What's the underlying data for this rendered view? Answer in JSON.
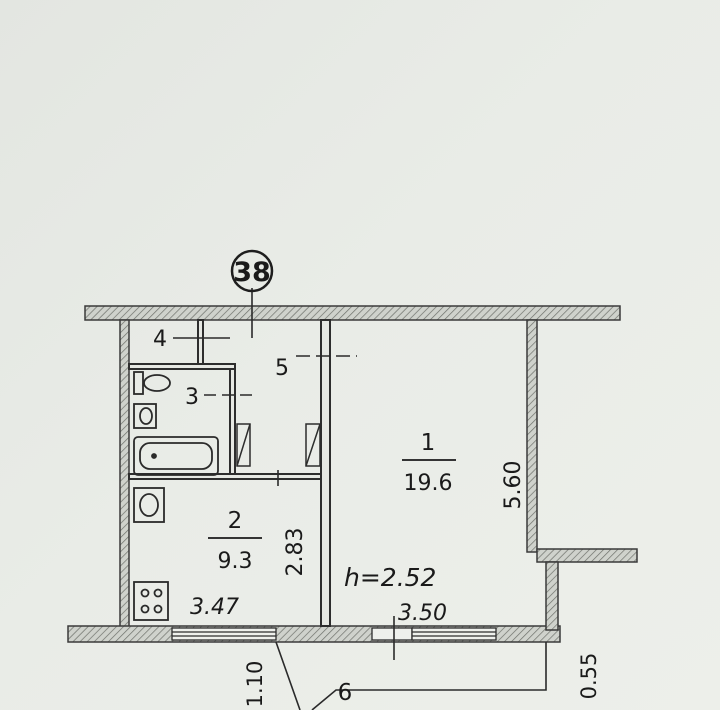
{
  "plan": {
    "marker": "38",
    "rooms": [
      {
        "number": "1",
        "area": "19.6"
      },
      {
        "number": "2",
        "area": "9.3"
      },
      {
        "number": "3"
      },
      {
        "number": "4"
      },
      {
        "number": "5"
      },
      {
        "number": "6"
      }
    ],
    "ceiling_height": "h=2.52",
    "dimensions": {
      "room1_length": "5.60",
      "room1_width": "3.50",
      "kitchen_length": "2.83",
      "kitchen_width": "3.47",
      "balcony_depth": "1.10",
      "wall_offset": "0.55"
    }
  }
}
